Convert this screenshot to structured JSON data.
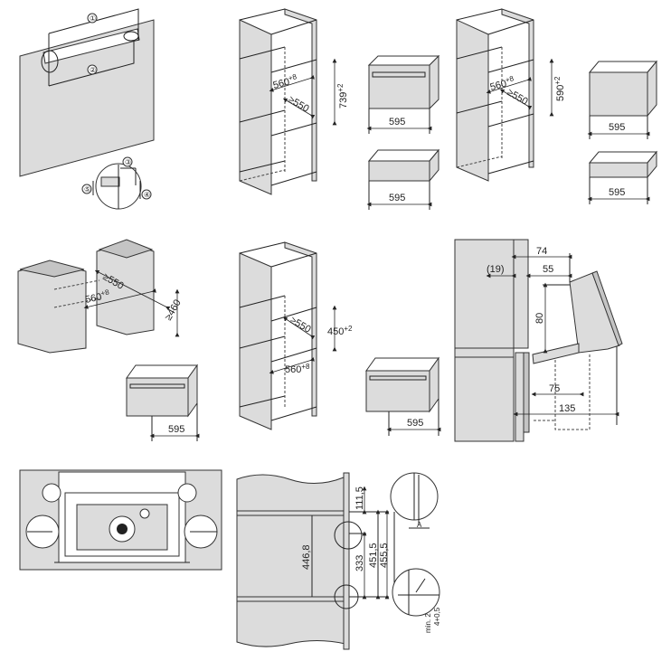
{
  "panel_door_fitting": {
    "n1": "①",
    "n2": "②",
    "n3": "③",
    "n4": "④",
    "n5": "⑤"
  },
  "panel_tall_739": {
    "width_base": "560",
    "width_tol": "+8",
    "depth": "≥550",
    "height_base": "739",
    "height_tol": "+2",
    "oven_width_top": "595",
    "oven_width_bottom": "595"
  },
  "panel_tall_590": {
    "width_base": "560",
    "width_tol": "+8",
    "depth": "≥550",
    "height_base": "590",
    "height_tol": "+2",
    "oven_width_top": "595",
    "oven_width_bottom": "595"
  },
  "panel_base_unit": {
    "depth": "≥550",
    "width_base": "560",
    "width_tol": "+8",
    "height": "≥460",
    "oven_width": "595"
  },
  "panel_tall_450": {
    "depth": "≥550",
    "height_base": "450",
    "height_tol": "+2",
    "width_base": "560",
    "width_tol": "+8",
    "oven_width": "595"
  },
  "panel_door_clearance": {
    "d74": "74",
    "d19": "(19)",
    "d55": "55",
    "d80": "80",
    "d75": "75",
    "d135": "135"
  },
  "panel_section": {
    "h446": "446,8",
    "h111": "111,5",
    "h333": "333",
    "h451": "451,5",
    "h455": "455,5",
    "gap": "A",
    "min": "min. 2",
    "tol": "4+0,5"
  }
}
